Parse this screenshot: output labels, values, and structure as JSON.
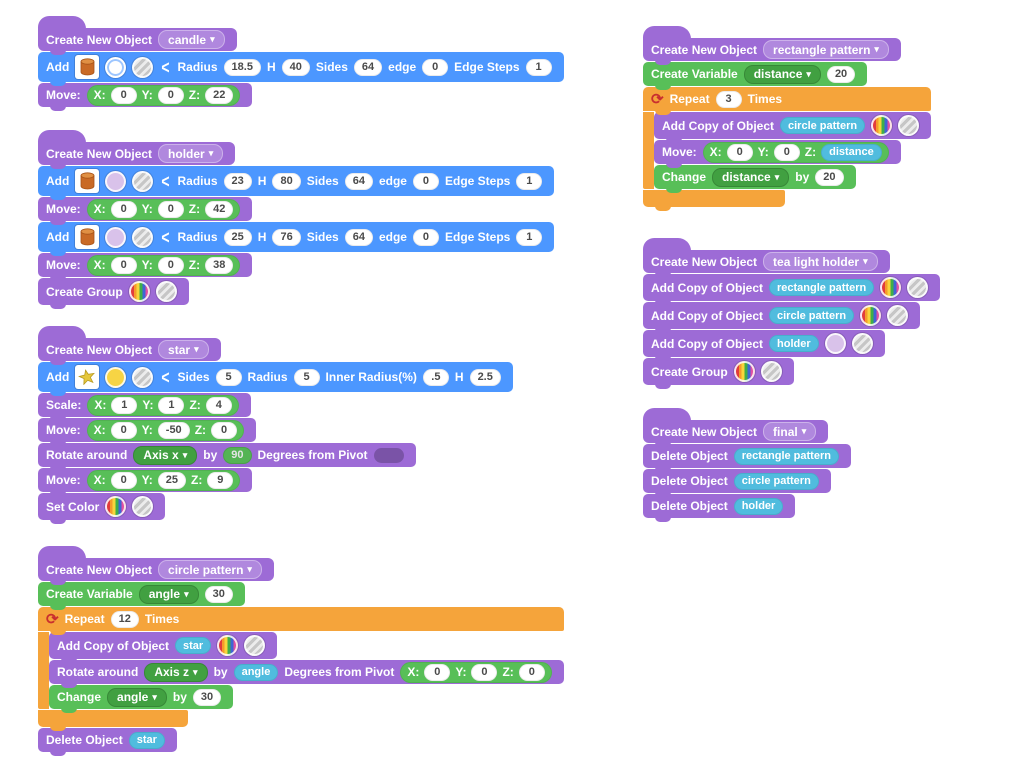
{
  "labels": {
    "create_new_object": "Create New Object",
    "add": "Add",
    "move": "Move:",
    "scale": "Scale:",
    "x": "X:",
    "y": "Y:",
    "z": "Z:",
    "rotate_around": "Rotate around",
    "by": "by",
    "degrees_from_pivot": "Degrees from Pivot",
    "create_group": "Create Group",
    "set_color": "Set Color",
    "create_variable": "Create Variable",
    "repeat": "Repeat",
    "times": "Times",
    "add_copy_of_object": "Add Copy of Object",
    "change": "Change",
    "delete_object": "Delete Object",
    "radius": "Radius",
    "h": "H",
    "sides": "Sides",
    "edge": "edge",
    "edge_steps": "Edge Steps",
    "inner_radius": "Inner Radius(%)",
    "chevron": "<",
    "caret": "▾",
    "repeat_icon": "⟳"
  },
  "colors": {
    "block_purple": "#9d6bd6",
    "block_blue": "#4c97ff",
    "block_green": "#58bf58",
    "block_orange": "#f5a43b",
    "oval_cyan": "#50bcde",
    "dropdown_green": "#41a041",
    "repeat_icon_red": "#c92f2f",
    "circle_lavender": "#d9c2ea",
    "circle_yellow": "#f7d444",
    "circle_white": "#ffffff",
    "cylinder_orange": "#c96a26",
    "star_gold": "#e5c73c"
  },
  "stacks": {
    "candle": {
      "object_name": "candle",
      "add": {
        "radius": "18.5",
        "h": "40",
        "sides": "64",
        "edge": "0",
        "edge_steps": "1"
      },
      "move": {
        "x": "0",
        "y": "0",
        "z": "22"
      }
    },
    "holder": {
      "object_name": "holder",
      "add1": {
        "radius": "23",
        "h": "80",
        "sides": "64",
        "edge": "0",
        "edge_steps": "1"
      },
      "move1": {
        "x": "0",
        "y": "0",
        "z": "42"
      },
      "add2": {
        "radius": "25",
        "h": "76",
        "sides": "64",
        "edge": "0",
        "edge_steps": "1"
      },
      "move2": {
        "x": "0",
        "y": "0",
        "z": "38"
      }
    },
    "star": {
      "object_name": "star",
      "add": {
        "sides": "5",
        "radius": "5",
        "inner_radius": ".5",
        "h": "2.5"
      },
      "scale": {
        "x": "1",
        "y": "1",
        "z": "4"
      },
      "move1": {
        "x": "0",
        "y": "-50",
        "z": "0"
      },
      "rotate": {
        "axis": "Axis x",
        "angle": "90"
      },
      "move2": {
        "x": "0",
        "y": "25",
        "z": "9"
      }
    },
    "circle_pattern": {
      "object_name": "circle pattern",
      "variable": {
        "name": "angle",
        "value": "30"
      },
      "repeat_times": "12",
      "add_copy": {
        "object": "star"
      },
      "rotate": {
        "axis": "Axis z",
        "angle_var": "angle",
        "pivot": {
          "x": "0",
          "y": "0",
          "z": "0"
        }
      },
      "change": {
        "name": "angle",
        "value": "30"
      },
      "delete": {
        "object": "star"
      }
    },
    "rectangle_pattern": {
      "object_name": "rectangle pattern",
      "variable": {
        "name": "distance",
        "value": "20"
      },
      "repeat_times": "3",
      "add_copy": {
        "object": "circle pattern"
      },
      "move": {
        "x": "0",
        "y": "0",
        "z_var": "distance"
      },
      "change": {
        "name": "distance",
        "value": "20"
      }
    },
    "tea_light_holder": {
      "object_name": "tea light holder",
      "add_copy1": {
        "object": "rectangle pattern"
      },
      "add_copy2": {
        "object": "circle pattern"
      },
      "add_copy3": {
        "object": "holder"
      }
    },
    "final": {
      "object_name": "final",
      "delete1": {
        "object": "rectangle pattern"
      },
      "delete2": {
        "object": "circle pattern"
      },
      "delete3": {
        "object": "holder"
      }
    }
  }
}
